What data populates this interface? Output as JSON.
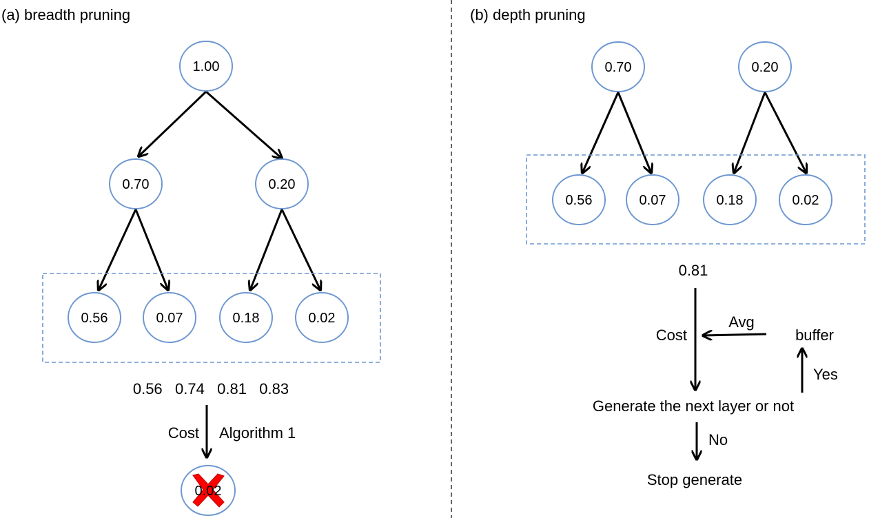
{
  "colors": {
    "node_stroke": "#6d97d1",
    "edge": "#000000",
    "cross": "#ff0000"
  },
  "panel_a": {
    "title": "(a)  breadth pruning",
    "root": "1.00",
    "mid": [
      "0.70",
      "0.20"
    ],
    "leaves": [
      "0.56",
      "0.07",
      "0.18",
      "0.02"
    ],
    "cumulative": "0.56   0.74   0.81   0.83",
    "cost_label": "Cost",
    "algo_label": "Algorithm 1",
    "pruned_value": "0.02",
    "pruned_icon": "red-cross-icon"
  },
  "panel_b": {
    "title": "(b)  depth pruning",
    "top": [
      "0.70",
      "0.20"
    ],
    "leaves": [
      "0.56",
      "0.07",
      "0.18",
      "0.02"
    ],
    "sum": "0.81",
    "cost_label": "Cost",
    "avg_label": "Avg",
    "buffer_label": "buffer",
    "yes_label": "Yes",
    "decision_label": "Generate the next layer or not",
    "no_label": "No",
    "stop_label": "Stop generate"
  }
}
